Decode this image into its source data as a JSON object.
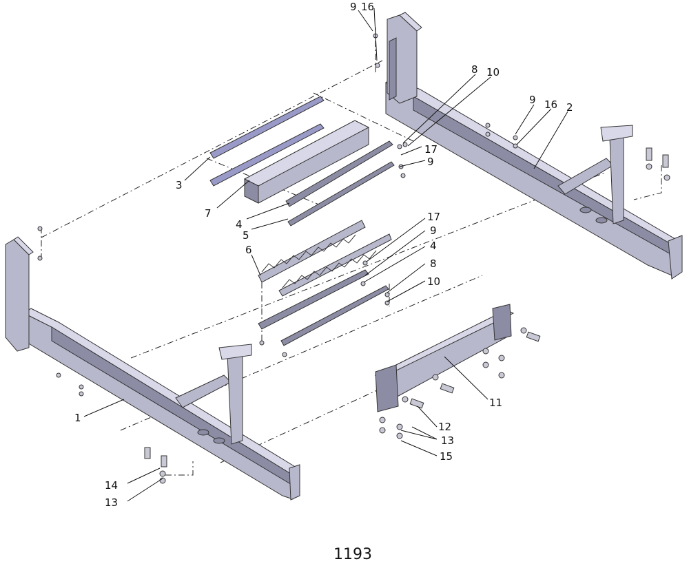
{
  "figure_number": "1193",
  "callouts": [
    "1",
    "2",
    "3",
    "4",
    "5",
    "6",
    "7",
    "8",
    "9",
    "10",
    "11",
    "12",
    "13",
    "14",
    "15",
    "16",
    "17"
  ],
  "labels": {
    "l9a": "9",
    "l16a": "16",
    "l8a": "8",
    "l10a": "10",
    "l9b": "9",
    "l16b": "16",
    "l2": "2",
    "l17a": "17",
    "l9c": "9",
    "l3": "3",
    "l7": "7",
    "l4a": "4",
    "l5": "5",
    "l17b": "17",
    "l9d": "9",
    "l6": "6",
    "l4b": "4",
    "l8b": "8",
    "l10b": "10",
    "l11": "11",
    "l1": "1",
    "l12": "12",
    "l13a": "13",
    "l15": "15",
    "l14": "14",
    "l13b": "13"
  },
  "colors": {
    "frame": "#b8b8cc",
    "frame_dark": "#8c8ca4",
    "rail": "#9a9ac8",
    "line": "#111111"
  }
}
